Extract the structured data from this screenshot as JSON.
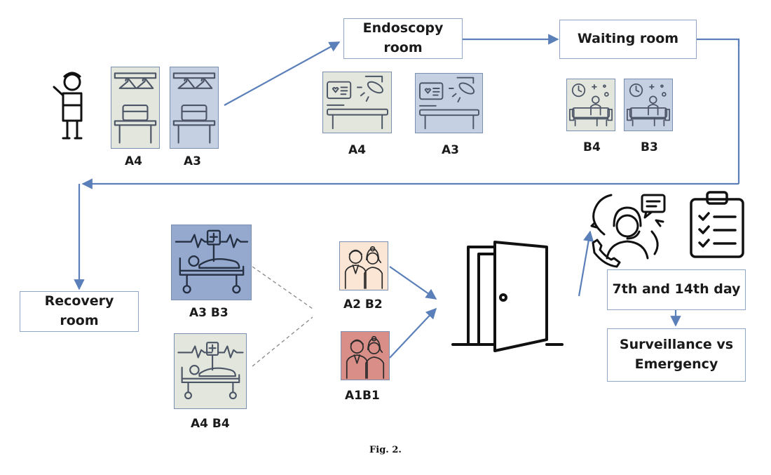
{
  "boxes": {
    "endoscopy_room": "Endoscopy\nroom",
    "waiting_room": "Waiting room",
    "recovery_room": "Recovery\nroom",
    "followup_days": "7th and 14th day",
    "outcome": "Surveillance vs\nEmergency"
  },
  "labels": {
    "dressing_a4": "A4",
    "dressing_a3": "A3",
    "endoscopy_a4": "A4",
    "endoscopy_a3": "A3",
    "waiting_b4": "B4",
    "waiting_b3": "B3",
    "recovery_a3b3": "A3 B3",
    "recovery_a4b4": "A4 B4",
    "discharge_a2b2": "A2 B2",
    "discharge_a1b1": "A1B1"
  },
  "caption": "Fig. 2.",
  "colors": {
    "arrow": "#5b7fb8",
    "border": "#7a8fb0",
    "tile_a4_b4": "#e3e6dc",
    "tile_a3_b3": "#c5d0e3",
    "tile_a3b3_recovery": "#95a9cf",
    "tile_a2b2": "#fbe6d5",
    "tile_a1b1": "#d98e87",
    "icon_stroke": "#4c5566"
  },
  "icons": {
    "patient": "person-in-gown-icon",
    "dressing": "locker-hanger-bench-icon",
    "endoscopy": "monitor-surgical-light-bed-icon",
    "waiting": "clock-sofa-person-icon",
    "recovery": "hospital-bed-iv-heartbeat-icon",
    "discharge_people": "couple-icon",
    "exit": "open-door-icon",
    "phone_call": "operator-headset-call-icon",
    "checklist": "clipboard-checklist-icon"
  }
}
